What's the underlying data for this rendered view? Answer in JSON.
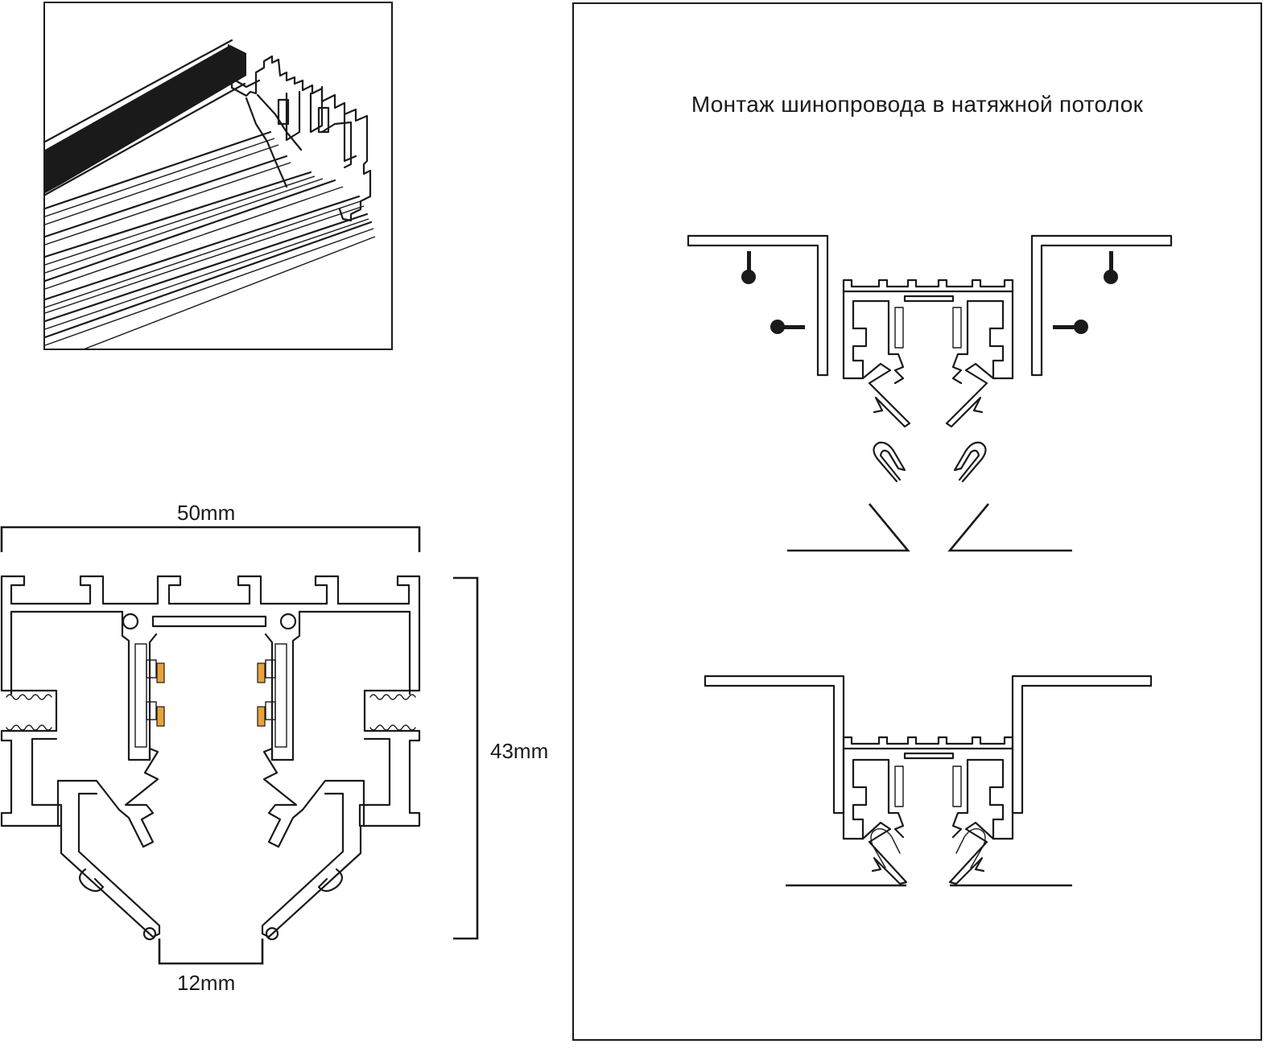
{
  "dimensions": {
    "width_label": "50mm",
    "height_label": "43mm",
    "slot_label": "12mm"
  },
  "installation": {
    "title": "Монтаж шинопровода в натяжной потолок"
  },
  "colors": {
    "line": "#1a1a1a",
    "contact": "#e8a33a",
    "background": "#ffffff"
  }
}
